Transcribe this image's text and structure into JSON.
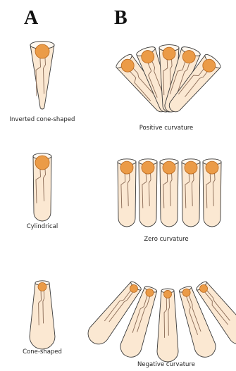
{
  "panels": {
    "a_label": "A",
    "b_label": "B"
  },
  "captions": {
    "inverted_cone": "Inverted cone-shaped",
    "cylindrical": "Cylindrical",
    "cone": "Cone-shaped",
    "positive": "Positive curvature",
    "zero": "Zero curvature",
    "negative": "Negative curvature"
  },
  "colors": {
    "head_fill": "#eb9b47",
    "head_stroke": "#b8671d",
    "body_fill": "#fbe8d2",
    "outline": "#3a3a3a",
    "chain": "#8a6a55"
  }
}
